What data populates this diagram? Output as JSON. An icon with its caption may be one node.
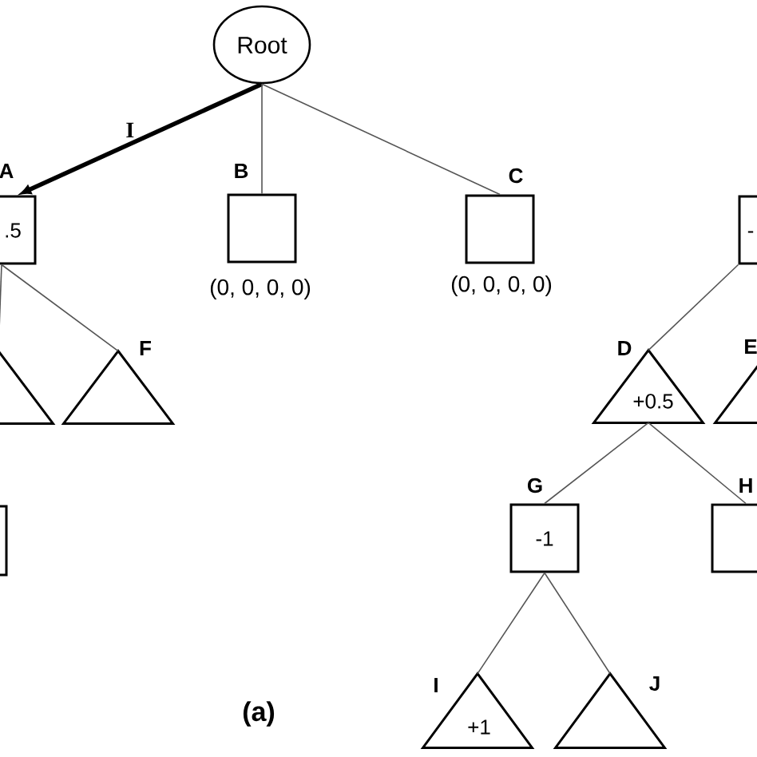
{
  "diagram": {
    "nodes": [
      {
        "text": [
          "Root"
        ]
      },
      {
        "text": [
          ".5"
        ],
        "beside": [
          "A"
        ]
      },
      {
        "text": [],
        "shape": "box",
        "beside": [
          "B",
          "(0, 0, 0, 0)"
        ]
      },
      {
        "text": [],
        "shape": "box",
        "beside": [
          "C",
          "(0, 0, 0, 0)"
        ]
      },
      {
        "text": [
          "-"
        ]
      },
      {
        "text": [],
        "shape": "triangle"
      },
      {
        "text": [],
        "shape": "triangle",
        "beside": [
          "F"
        ]
      },
      {
        "text": [],
        "shape": "box"
      },
      {
        "text": [
          "+0.5"
        ],
        "beside": [
          "D"
        ]
      },
      {
        "text": [],
        "shape": "triangle",
        "beside": [
          "E"
        ]
      },
      {
        "text": [
          "-1"
        ],
        "beside": [
          "G"
        ]
      },
      {
        "text": [],
        "shape": "box",
        "beside": [
          "H"
        ]
      },
      {
        "text": [
          "+1"
        ],
        "beside": [
          "I"
        ]
      },
      {
        "text": [],
        "shape": "triangle",
        "beside": [
          "J"
        ]
      }
    ],
    "edges": [
      {
        "from": 0,
        "to": 1,
        "arrow": "to",
        "label": "I",
        "style": "thick",
        "color": "#000000"
      },
      {
        "from": 0,
        "to": 2,
        "arrow": "none"
      },
      {
        "from": 0,
        "to": 3,
        "arrow": "none"
      },
      {
        "from": 1,
        "to": 5,
        "arrow": "none"
      },
      {
        "from": 1,
        "to": 6,
        "arrow": "none"
      },
      {
        "from": 4,
        "to": 8,
        "arrow": "none"
      },
      {
        "from": 8,
        "to": 10,
        "arrow": "none"
      },
      {
        "from": 8,
        "to": 11,
        "arrow": "none"
      },
      {
        "from": 10,
        "to": 12,
        "arrow": "none"
      },
      {
        "from": 10,
        "to": 13,
        "arrow": "none"
      }
    ],
    "labels": [
      "(a)"
    ]
  }
}
